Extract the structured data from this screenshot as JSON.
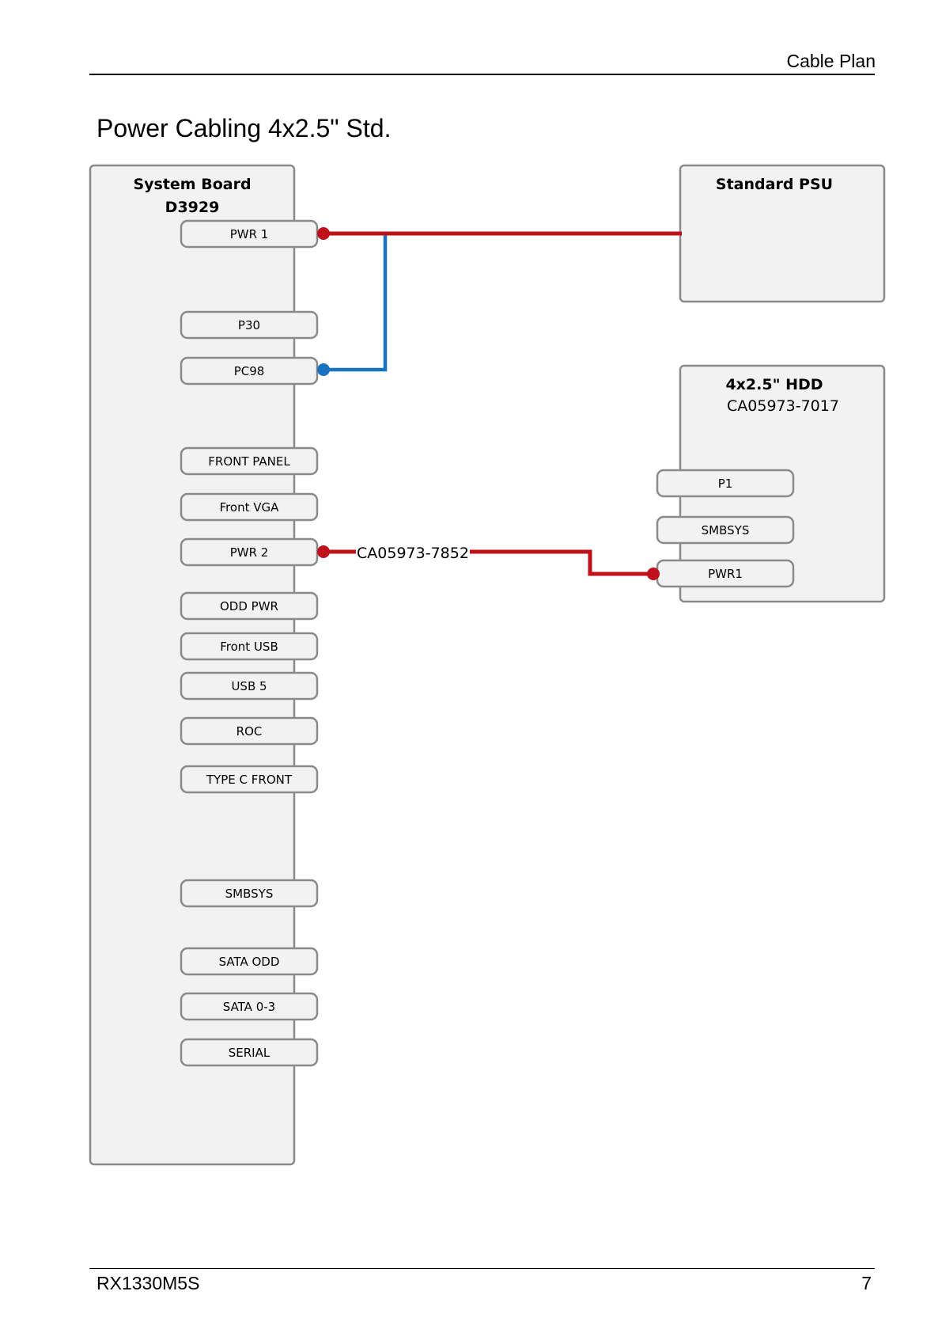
{
  "header": {
    "title": "Cable Plan"
  },
  "page_heading": "Power Cabling 4x2.5\" Std.",
  "system_board": {
    "title_line1": "System Board",
    "title_line2": "D3929",
    "connectors": [
      "PWR 1",
      "P30",
      "PC98",
      "FRONT PANEL",
      "Front VGA",
      "PWR 2",
      "ODD PWR",
      "Front USB",
      "USB 5",
      "ROC",
      "TYPE C FRONT",
      "SMBSYS",
      "SATA ODD",
      "SATA 0-3",
      "SERIAL"
    ]
  },
  "psu": {
    "title": "Standard PSU"
  },
  "hdd": {
    "title": "4x2.5\" HDD",
    "part": "CA05973-7017",
    "connectors": [
      "P1",
      "SMBSYS",
      "PWR1"
    ]
  },
  "cables": {
    "pwr2_to_hdd": {
      "label": "CA05973-7852",
      "color": "#c0101a"
    },
    "pwr1_to_psu": {
      "color": "#c0101a"
    },
    "pc98_link": {
      "color": "#1a73c1"
    }
  },
  "footer": {
    "model": "RX1330M5S",
    "page": "7"
  }
}
